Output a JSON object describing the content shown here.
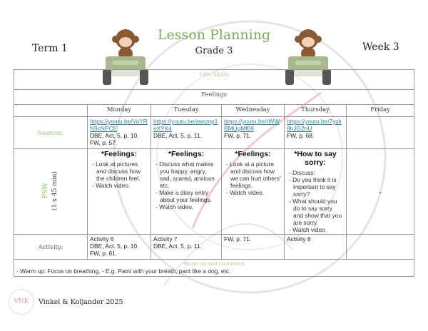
{
  "header": {
    "term": "Term 1",
    "title": "Lesson Planning",
    "grade": "Grade 3",
    "week": "Week 3"
  },
  "table": {
    "subject": "Life Skills",
    "topic": "Feelings",
    "days": [
      "Monday",
      "Tuesday",
      "Wednesday",
      "Thursday",
      "Friday"
    ],
    "sources": {
      "label": "Sources:",
      "cells": [
        {
          "link": "https://youtu.be/VaYRN9cNPCE",
          "text": [
            "DBE, Act. 5, p. 10.",
            "FW, p. 57."
          ]
        },
        {
          "link": "https://youtu.be/xwcmp1eXYK4",
          "text": [
            "DBE, Act. 5, p. 11."
          ]
        },
        {
          "link": "https://youtu.be/rWWBMUgMf08",
          "text": [
            "FW, p. 71."
          ]
        },
        {
          "link": "https://youtu.be/7yzk8hJG2hU",
          "text": [
            "FW, p. 68."
          ]
        },
        {
          "link": "",
          "text": []
        }
      ]
    },
    "psw": {
      "label": "PSW",
      "duration": "(1 x 45 min)",
      "cells": [
        {
          "title": "*Feelings:",
          "items": [
            "- Look at pictures and discuss how the children feel.",
            "- Watch video."
          ]
        },
        {
          "title": "*Feelings:",
          "items": [
            "- Discuss what makes you happy, angry, sad, scared, anxious etc.",
            "- Make a diary entry about your feelings.",
            "- Watch video."
          ]
        },
        {
          "title": "*Feelings:",
          "items": [
            "- Look at a picture and discuss how we can hurt others' feelings.",
            "- Watch video."
          ]
        },
        {
          "title": "*How to say sorry:",
          "items": [
            "- Discuss:",
            "- Do you think it is important to say sorry?",
            "- What should you do to say sorry and show that you are sorry.",
            "- Watch video."
          ]
        },
        {
          "title": "",
          "items": [],
          "mark": "-"
        }
      ]
    },
    "activity": {
      "label": "Activity:",
      "cells": [
        [
          "Activity 6",
          "DBE, Act. 5, p. 10.",
          "FW, p. 61."
        ],
        [
          "Activity 7",
          "DBE, Act. 5, p. 11."
        ],
        [
          "FW, p. 71."
        ],
        [
          "Activity 8"
        ],
        []
      ]
    },
    "warmup": {
      "heading": "Warm up and cool down",
      "text": "- Warm up:  Focus on breathing. - E.g. Paint with your breath, pant like a dog, etc."
    }
  },
  "footer": {
    "logo": "VNK",
    "text": "Vinkel & Koljander 2025"
  },
  "colors": {
    "title_green": "#7cab58",
    "subject_green": "#a9cf8e",
    "label_green": "#8ec46a",
    "link_blue": "#3f7fa6",
    "border": "#9a9a9a"
  }
}
